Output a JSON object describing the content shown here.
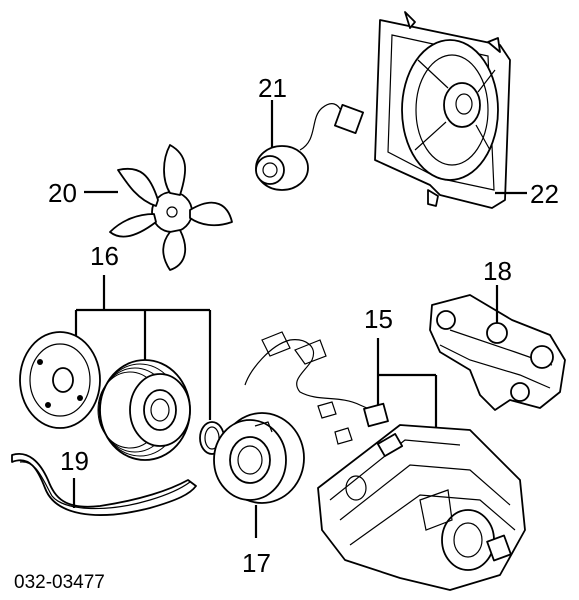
{
  "diagram": {
    "callouts": {
      "c15": "15",
      "c16": "16",
      "c17": "17",
      "c18": "18",
      "c19": "19",
      "c20": "20",
      "c21": "21",
      "c22": "22"
    },
    "figure_code": "032-03477"
  }
}
